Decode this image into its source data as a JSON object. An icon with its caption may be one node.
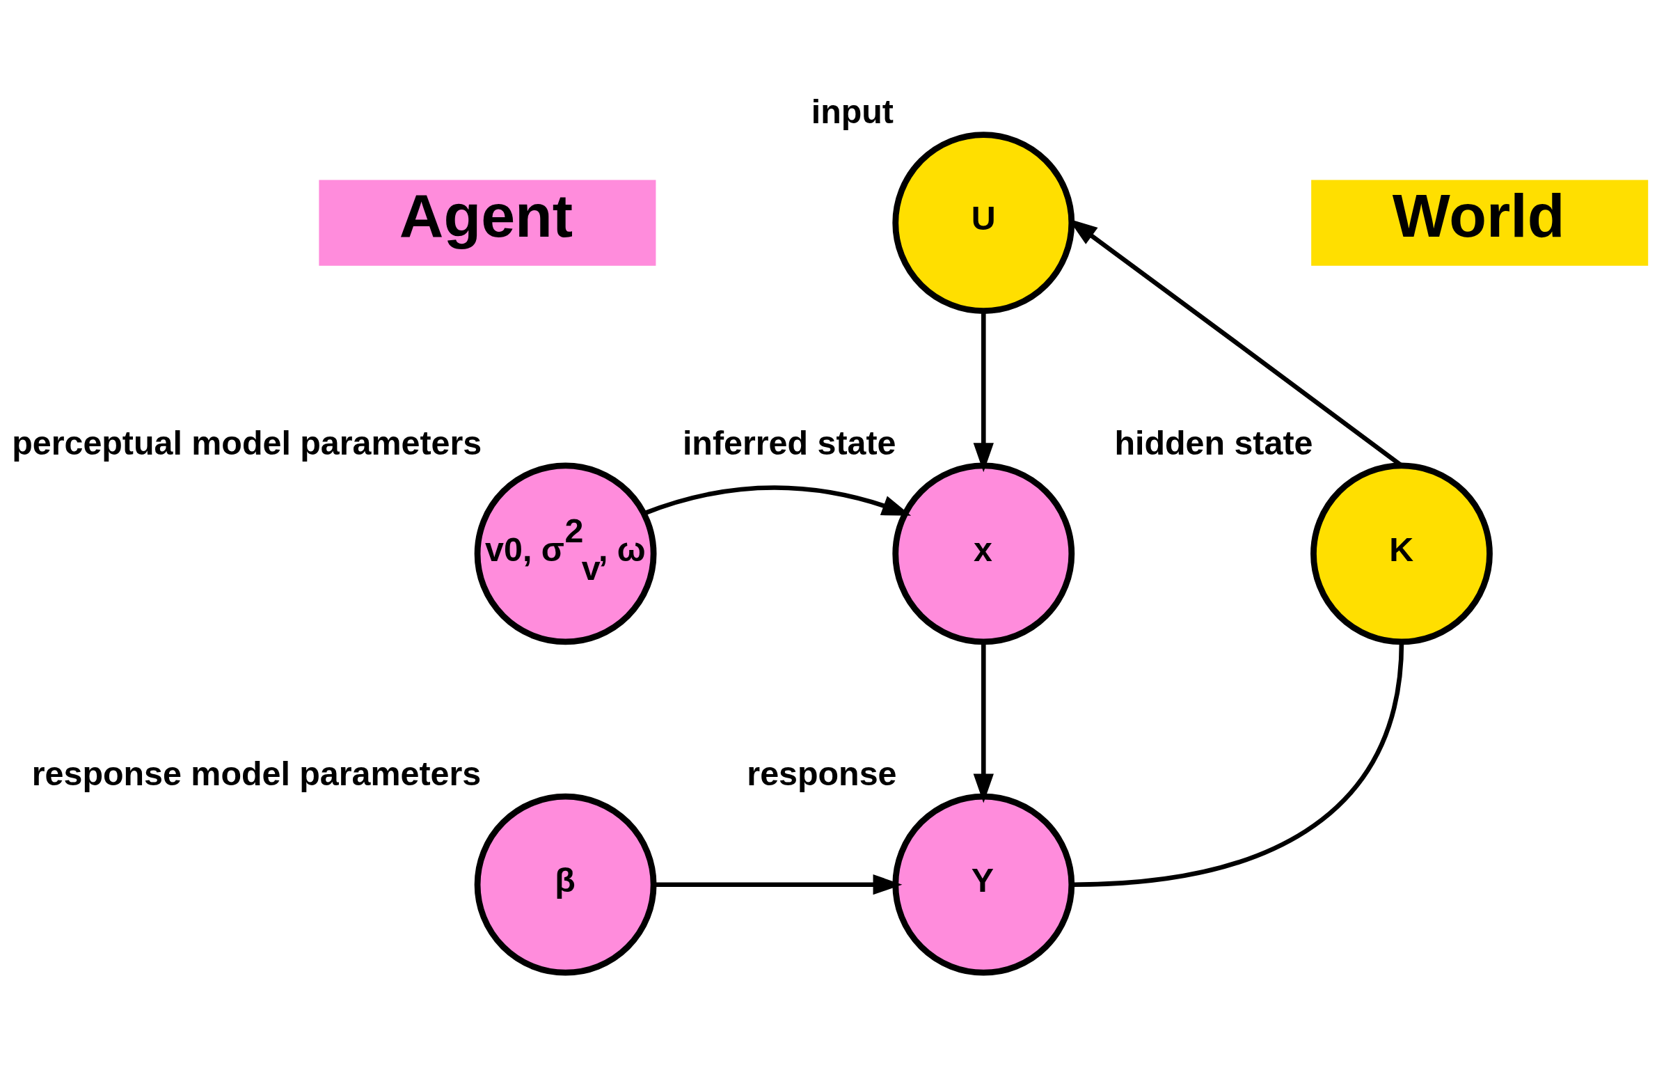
{
  "diagram": {
    "nodes": [
      {
        "text": [
          "Agent"
        ]
      },
      {
        "text": [
          "World"
        ]
      },
      {
        "text": [
          "U"
        ],
        "beside": [
          "input"
        ]
      },
      {
        "text": [
          "v0, σ$^{2}$$_{v}$, ω"
        ],
        "beside": [
          "perceptual model parameters"
        ]
      },
      {
        "text": [
          "x"
        ],
        "beside": [
          "inferred state"
        ]
      },
      {
        "text": [
          "K"
        ],
        "beside": [
          "hidden state"
        ]
      },
      {
        "text": [
          "β"
        ],
        "beside": [
          "response model parameters"
        ]
      },
      {
        "text": [
          "Y"
        ],
        "beside": [
          "response"
        ]
      }
    ],
    "edges": [
      {
        "from": 2,
        "to": 4,
        "arrow": "to"
      },
      {
        "from": 3,
        "to": 4,
        "arrow": "to"
      },
      {
        "from": 4,
        "to": 7,
        "arrow": "to"
      },
      {
        "from": 6,
        "to": 7,
        "arrow": "to"
      },
      {
        "from": 7,
        "to": 5,
        "arrow": "none"
      },
      {
        "from": 5,
        "to": 2,
        "arrow": "to"
      }
    ]
  }
}
